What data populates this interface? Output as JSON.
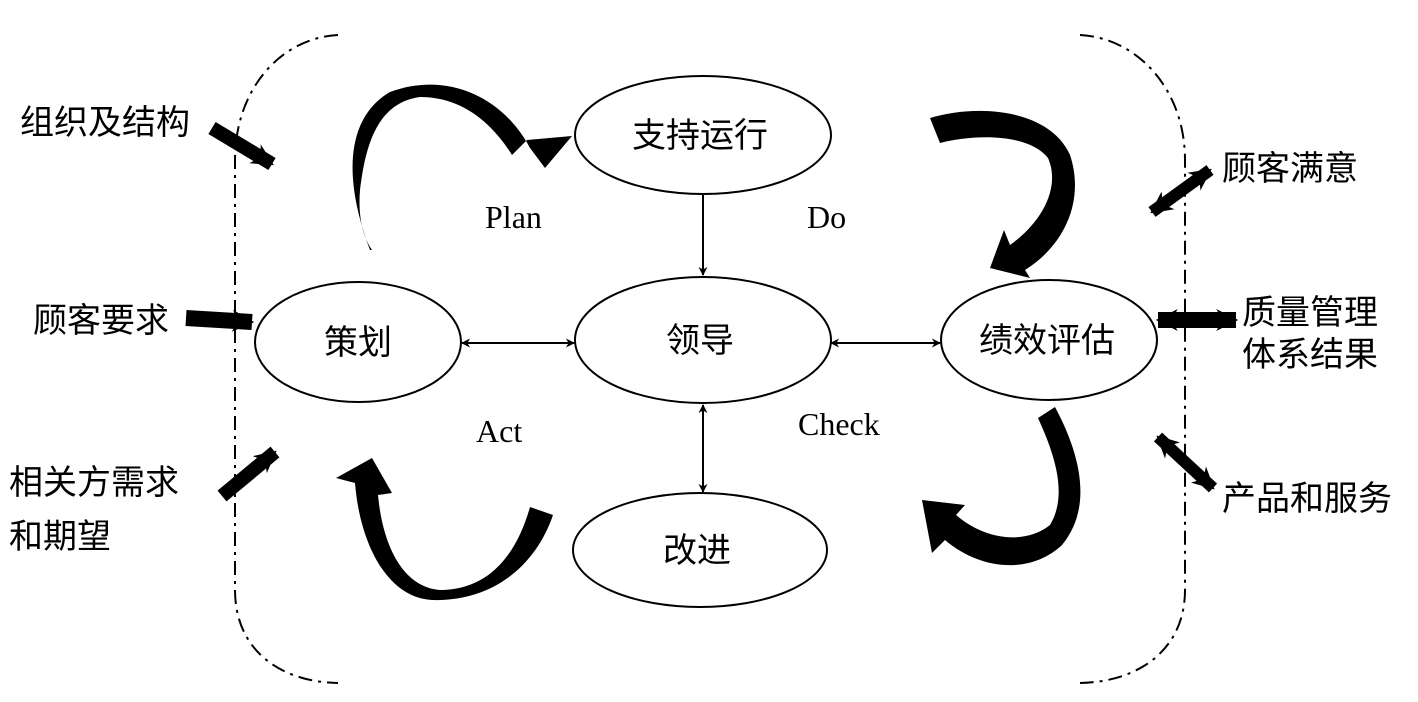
{
  "diagram": {
    "nodes": {
      "plan_node": "策划",
      "support_node": "支持运行",
      "leadership_node": "领导",
      "evaluation_node": "绩效评估",
      "improvement_node": "改进"
    },
    "phases": {
      "plan": "Plan",
      "do": "Do",
      "check": "Check",
      "act": "Act"
    },
    "inputs": {
      "organization": "组织及结构",
      "customer_requirements": "顾客要求",
      "stakeholder_line1": "相关方需求",
      "stakeholder_line2": "和期望"
    },
    "outputs": {
      "customer_satisfaction": "顾客满意",
      "qms_results_line1": "质量管理",
      "qms_results_line2": "体系结果",
      "products_services": "产品和服务"
    },
    "colors": {
      "stroke": "#000000",
      "background": "#ffffff"
    }
  }
}
